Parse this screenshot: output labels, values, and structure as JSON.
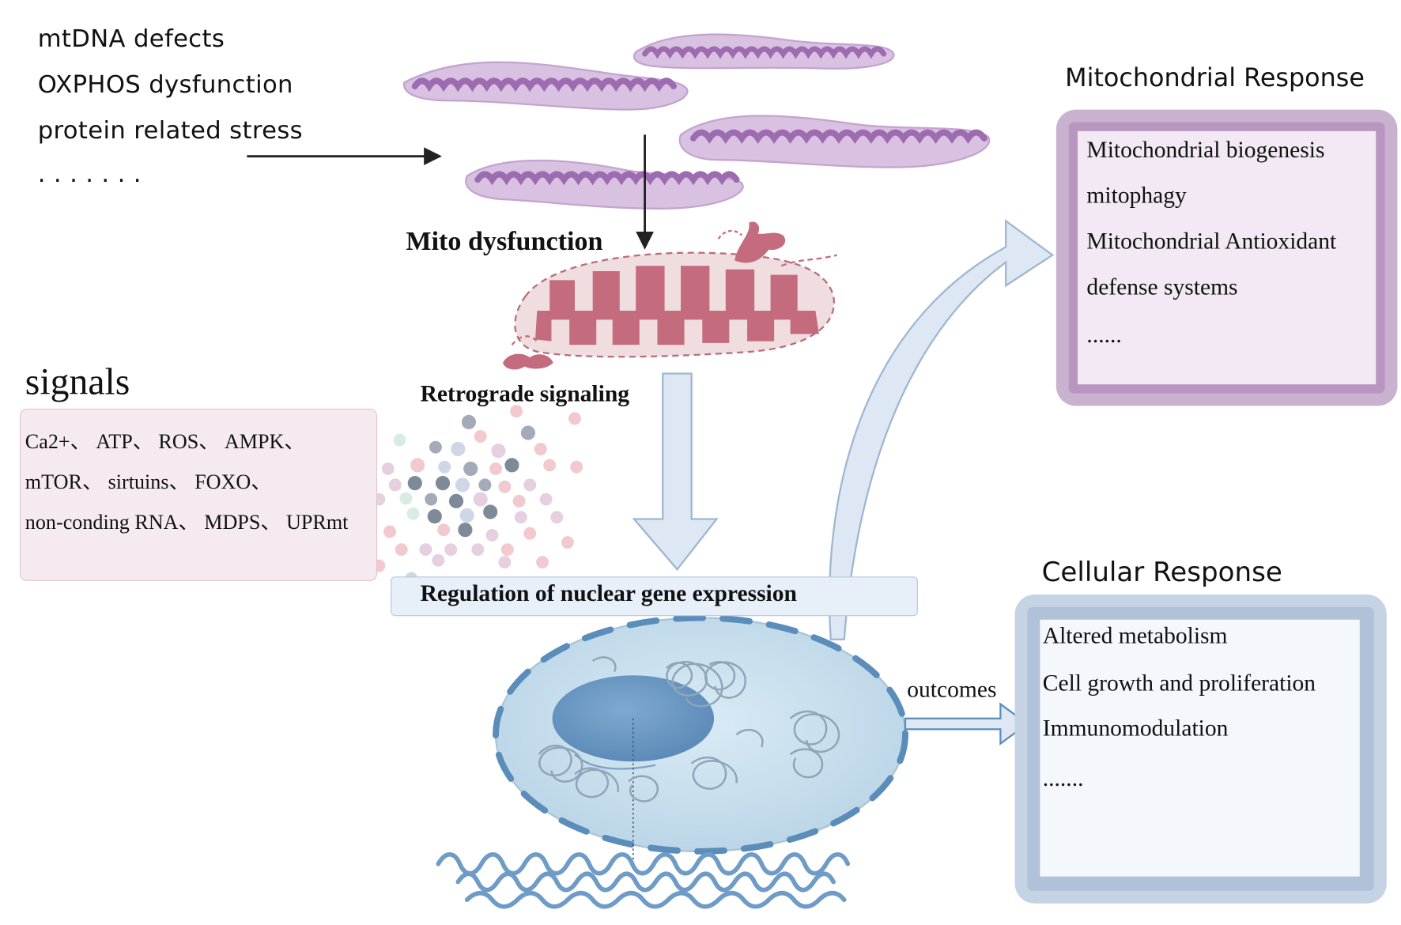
{
  "causes": [
    "mtDNA defects",
    "OXPHOS dysfunction",
    "protein related stress",
    "· · · · · · ·"
  ],
  "mito_dysfunction_label": "Mito dysfunction",
  "retrograde_label": "Retrograde signaling",
  "signals": {
    "title": "signals",
    "lines": [
      "Ca2+、 ATP、 ROS、 AMPK、",
      "mTOR、 sirtuins、 FOXO、",
      "non-conding RNA、 MDPS、 UPRmt"
    ]
  },
  "regulation_label": "Regulation of nuclear gene expression",
  "mitochondrial_response": {
    "title": "Mitochondrial Response",
    "items": [
      "Mitochondrial biogenesis",
      "mitophagy",
      "Mitochondrial Antioxidant",
      "defense systems",
      "......"
    ]
  },
  "cellular_response": {
    "title": "Cellular Response",
    "items": [
      "Altered metabolism",
      "Cell growth and proliferation",
      "Immunomodulation",
      "......."
    ]
  },
  "outcomes_label": "outcomes",
  "colors": {
    "healthy_mito_outer": "#d9c1e2",
    "healthy_mito_inner": "#9d6cb0",
    "damaged_mito_outer": "#f0dde0",
    "damaged_mito_inner": "#c46b7e",
    "cell_body": "#cde2ef",
    "nucleus": "#6f9cc6",
    "arrow_fill": "#dde8f4",
    "arrow_stroke": "#9fb6d0"
  }
}
